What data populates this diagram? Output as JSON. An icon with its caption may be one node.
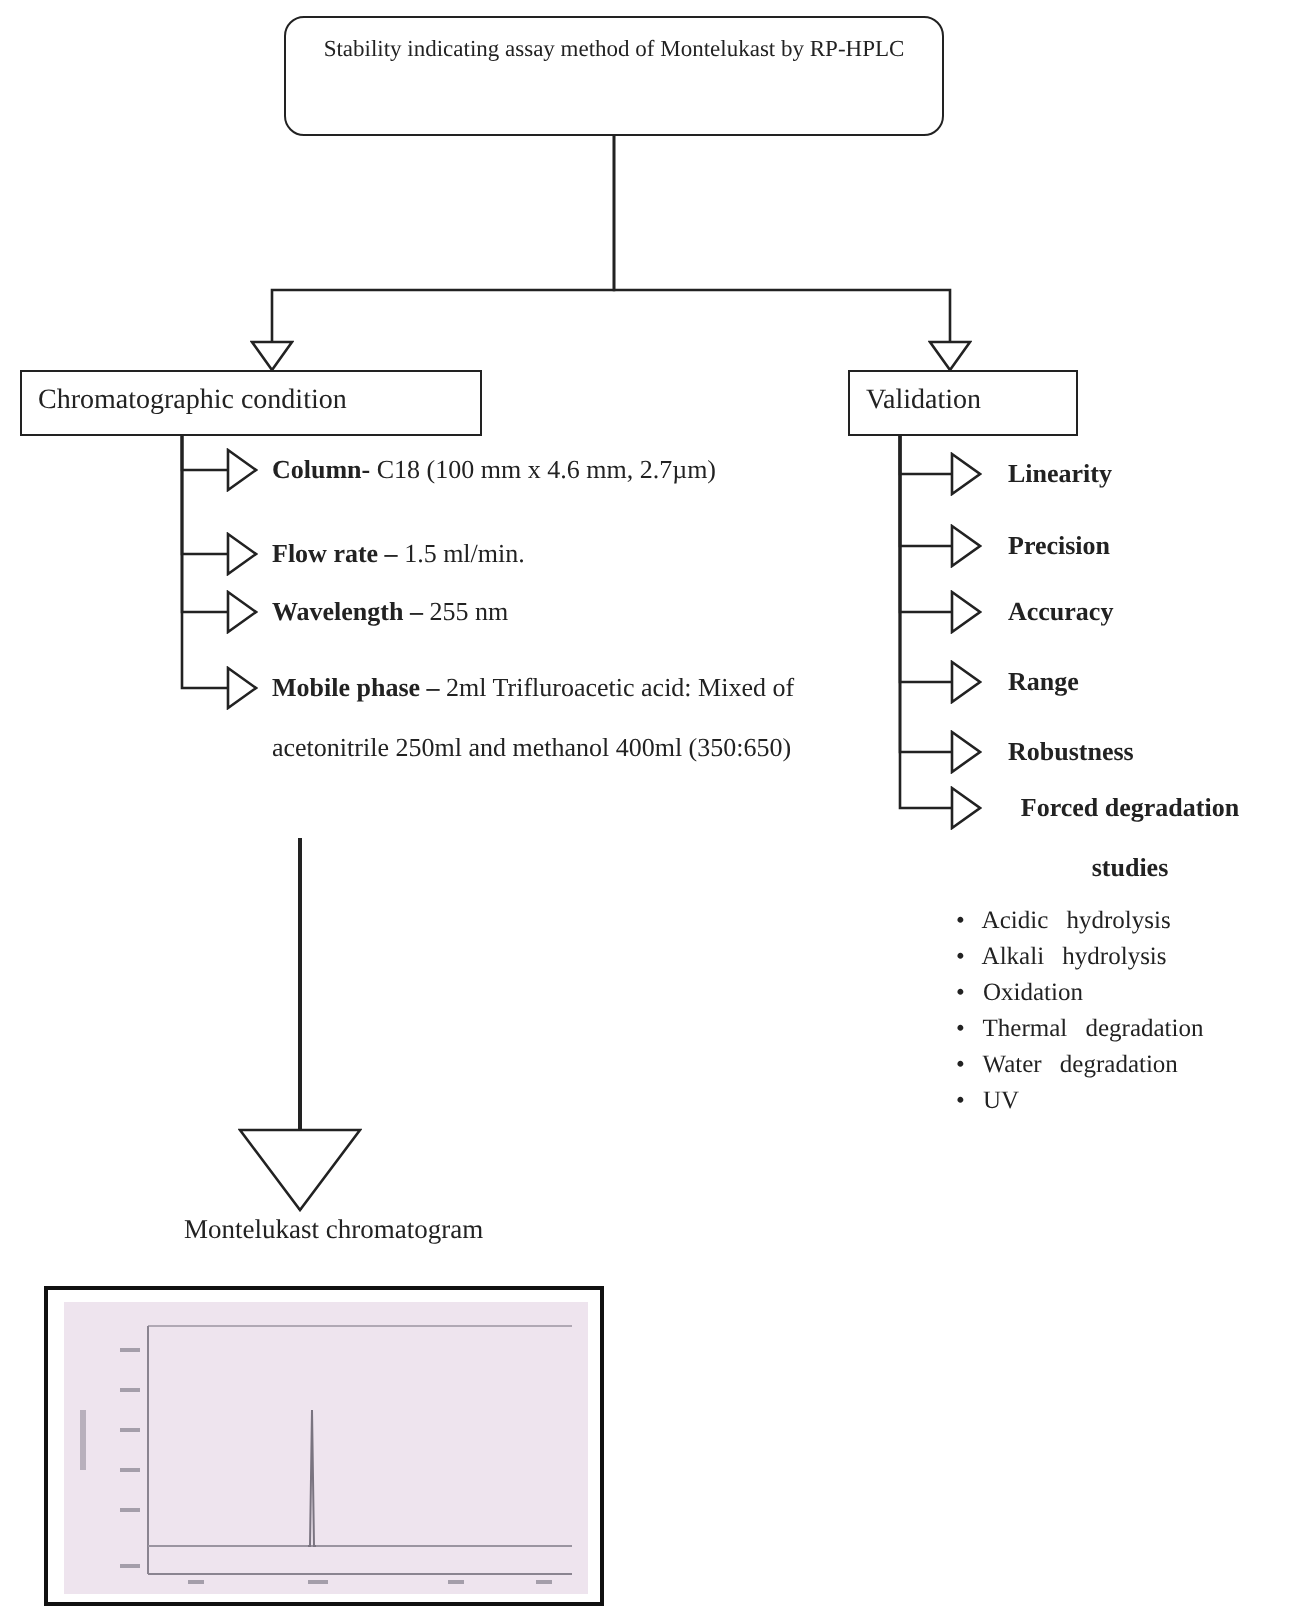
{
  "diagram": {
    "nodes": [
      {
        "text": [
          "Stability indicating assay method of Montelukast by RP-HPLC"
        ]
      },
      {
        "text": [
          "Chromatographic condition"
        ]
      },
      {
        "text": [
          "Validation"
        ]
      },
      {
        "text": [
          "**Column-** C18 (100 mm x 4.6 mm, 2.7µm)"
        ]
      },
      {
        "text": [
          "**Flow rate –** 1.5 ml/min."
        ]
      },
      {
        "text": [
          "**Wavelength –** 255 nm"
        ]
      },
      {
        "text": [
          "**Mobile phase –** 2ml Trifluroacetic acid: Mixed of acetonitrile 250ml and methanol 400ml (350:650)"
        ]
      },
      {
        "text": [
          "Linearity"
        ]
      },
      {
        "text": [
          "Precision"
        ]
      },
      {
        "text": [
          "Accuracy"
        ]
      },
      {
        "text": [
          "Range"
        ]
      },
      {
        "text": [
          "Robustness"
        ]
      },
      {
        "text": [
          "Forced degradation studies"
        ]
      },
      {
        "text": [
          "Montelukast chromatogram"
        ]
      }
    ],
    "edges": [
      {
        "from": 0,
        "to": 1,
        "arrow": "to"
      },
      {
        "from": 0,
        "to": 2,
        "arrow": "to"
      },
      {
        "from": 1,
        "to": 3,
        "arrow": "to"
      },
      {
        "from": 1,
        "to": 4,
        "arrow": "to"
      },
      {
        "from": 1,
        "to": 5,
        "arrow": "to"
      },
      {
        "from": 1,
        "to": 6,
        "arrow": "to"
      },
      {
        "from": 2,
        "to": 7,
        "arrow": "to"
      },
      {
        "from": 2,
        "to": 8,
        "arrow": "to"
      },
      {
        "from": 2,
        "to": 9,
        "arrow": "to"
      },
      {
        "from": 2,
        "to": 10,
        "arrow": "to"
      },
      {
        "from": 2,
        "to": 11,
        "arrow": "to"
      },
      {
        "from": 2,
        "to": 12,
        "arrow": "to"
      },
      {
        "from": 6,
        "to": 13,
        "arrow": "to"
      }
    ],
    "labels": [
      "• Acidic hydrolysis",
      "• Alkali hydrolysis",
      "• Oxidation",
      "• Thermal degradation",
      "• Water degradation",
      "• UV"
    ]
  }
}
